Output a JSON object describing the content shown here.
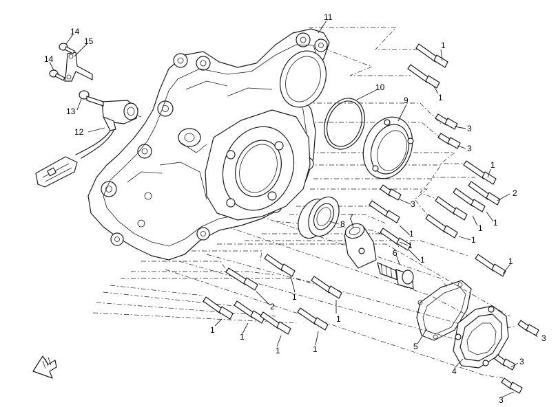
{
  "callouts": [
    {
      "id": "c1a",
      "text": "1"
    },
    {
      "id": "c1b",
      "text": "1"
    },
    {
      "id": "c3a",
      "text": "3"
    },
    {
      "id": "c3b",
      "text": "3"
    },
    {
      "id": "c1c",
      "text": "1"
    },
    {
      "id": "c2a",
      "text": "2"
    },
    {
      "id": "c1d",
      "text": "1"
    },
    {
      "id": "c1e",
      "text": "1"
    },
    {
      "id": "c1f",
      "text": "1"
    },
    {
      "id": "c3c",
      "text": "3"
    },
    {
      "id": "c1g",
      "text": "1"
    },
    {
      "id": "c1h",
      "text": "1"
    },
    {
      "id": "c6",
      "text": "6"
    },
    {
      "id": "c1i",
      "text": "1"
    },
    {
      "id": "c1j",
      "text": "1"
    },
    {
      "id": "c7",
      "text": "7"
    },
    {
      "id": "c8",
      "text": "8"
    },
    {
      "id": "c9",
      "text": "9"
    },
    {
      "id": "c10",
      "text": "10"
    },
    {
      "id": "c11",
      "text": "11"
    },
    {
      "id": "c12",
      "text": "12"
    },
    {
      "id": "c13",
      "text": "13"
    },
    {
      "id": "c14a",
      "text": "14"
    },
    {
      "id": "c14b",
      "text": "14"
    },
    {
      "id": "c15",
      "text": "15"
    },
    {
      "id": "c1k",
      "text": "1"
    },
    {
      "id": "c1l",
      "text": "1"
    },
    {
      "id": "c2b",
      "text": "2"
    },
    {
      "id": "c1m",
      "text": "1"
    },
    {
      "id": "c1n",
      "text": "1"
    },
    {
      "id": "c1o",
      "text": "1"
    },
    {
      "id": "c1p",
      "text": "1"
    },
    {
      "id": "c5",
      "text": "5"
    },
    {
      "id": "c4",
      "text": "4"
    },
    {
      "id": "c3d",
      "text": "3"
    },
    {
      "id": "c3e",
      "text": "3"
    },
    {
      "id": "c3f",
      "text": "3"
    }
  ],
  "icons": {
    "orientation_arrow": "front-direction-arrow-icon"
  }
}
